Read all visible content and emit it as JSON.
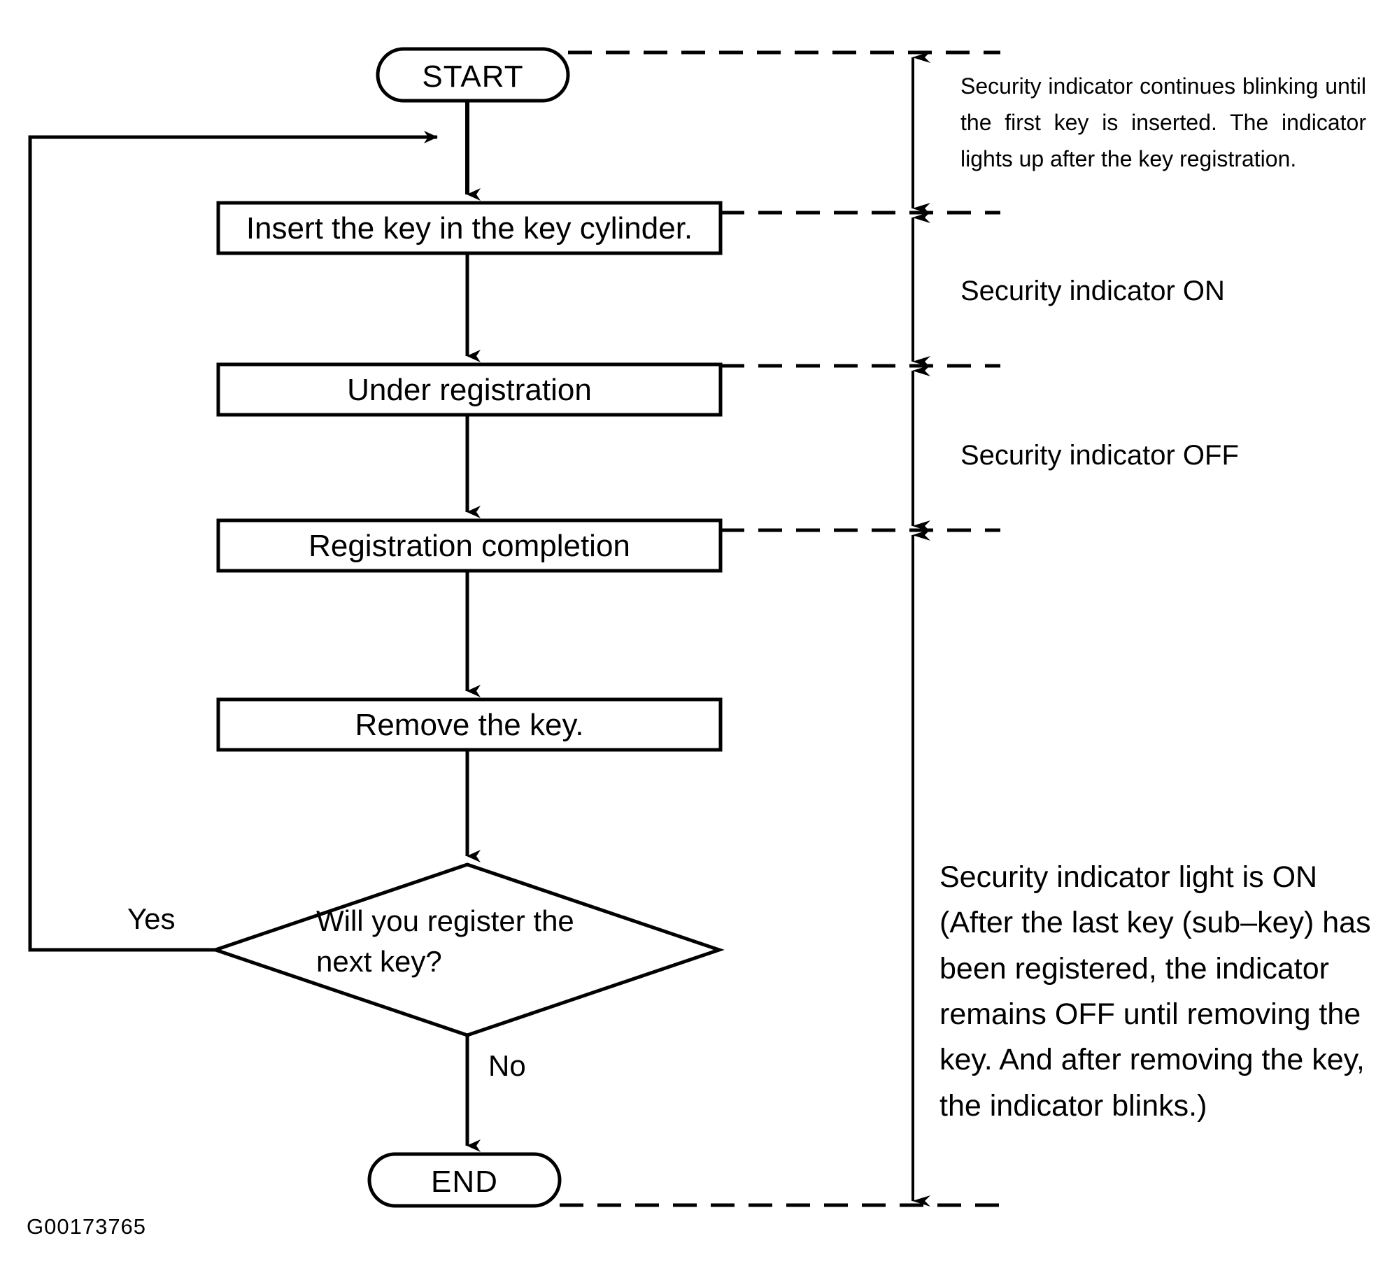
{
  "figure": {
    "id_label": "G00173765",
    "ink_color": "#000000",
    "background_color": "#ffffff"
  },
  "flowchart": {
    "start_node": {
      "label": "START",
      "shape": "terminator"
    },
    "end_node": {
      "label": "END",
      "shape": "terminator"
    },
    "steps": [
      {
        "label": "Insert the key in the key cylinder.",
        "shape": "process"
      },
      {
        "label": "Under registration",
        "shape": "process"
      },
      {
        "label": "Registration completion",
        "shape": "process"
      },
      {
        "label": "Remove the key.",
        "shape": "process"
      }
    ],
    "decision": {
      "label_line1": "Will  you  register  the",
      "label_line2": "next key?",
      "shape": "decision"
    },
    "branches": {
      "yes": "Yes",
      "no": "No"
    }
  },
  "annotations": [
    {
      "key": "blinking_note",
      "text": "Security indicator continues blinking until the first key is inserted. The indicator lights up after the key registration."
    },
    {
      "key": "indicator_on",
      "text": "Security indicator ON"
    },
    {
      "key": "indicator_off",
      "text": "Security indicator OFF"
    },
    {
      "key": "indicator_on_detail_l1",
      "text": "Security indicator light is ON"
    },
    {
      "key": "indicator_on_detail_l2",
      "text": "(After the last key (sub–key) has"
    },
    {
      "key": "indicator_on_detail_l3",
      "text": "been  registered,  the  indicator"
    },
    {
      "key": "indicator_on_detail_l4",
      "text": "remains OFF until removing the"
    },
    {
      "key": "indicator_on_detail_l5",
      "text": "key. And after removing the key,"
    },
    {
      "key": "indicator_on_detail_l6",
      "text": "the indicator blinks.)"
    }
  ]
}
